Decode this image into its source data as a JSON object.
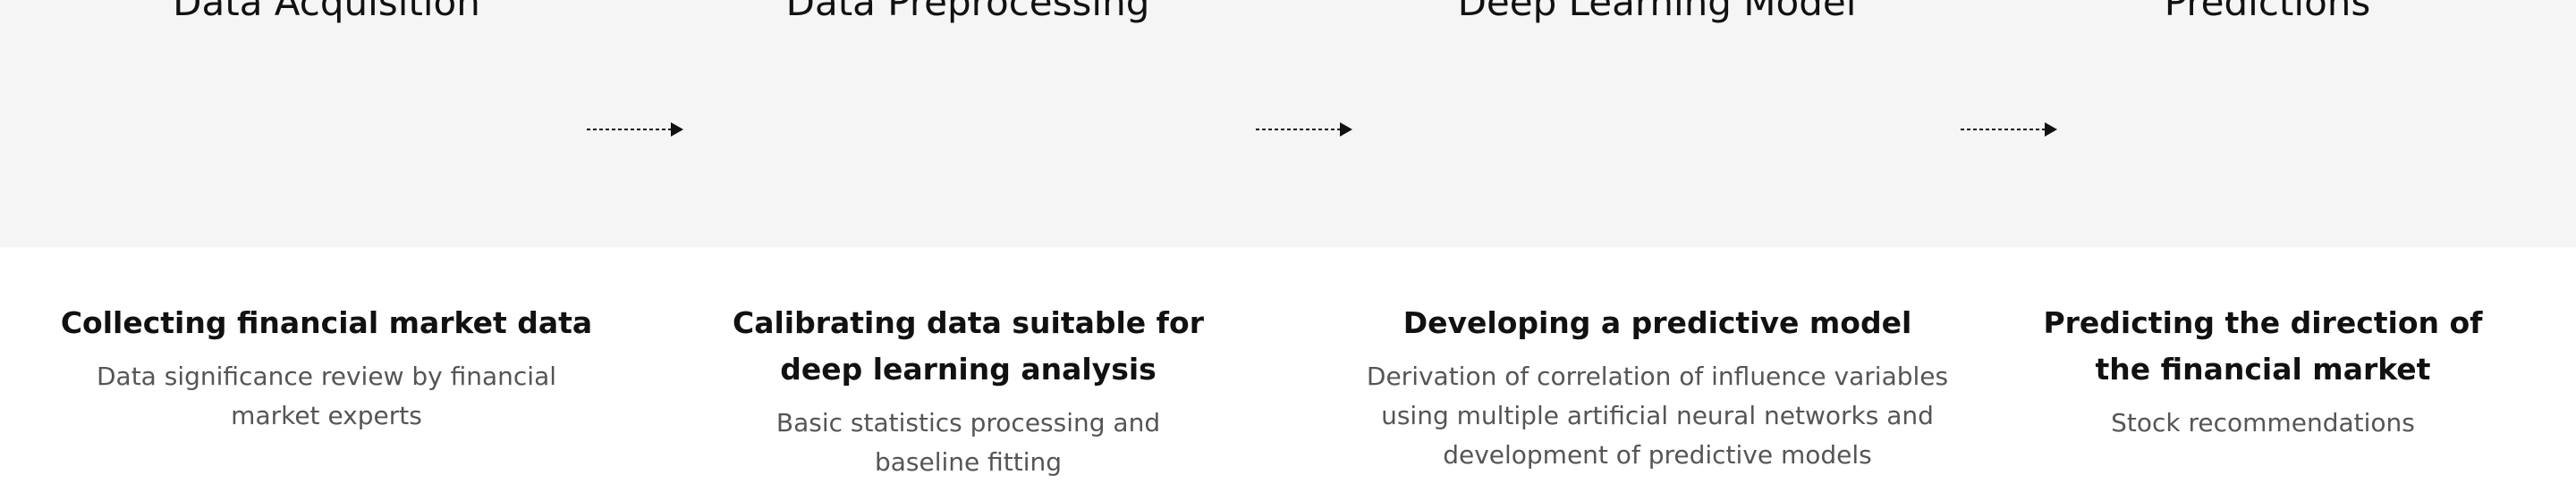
{
  "steps": [
    {
      "label": "Data Acquisition"
    },
    {
      "label": "Data Preprocessing"
    },
    {
      "label": "Deep Learning Model"
    },
    {
      "label": "Predictions"
    }
  ],
  "details": [
    {
      "heading_lines": [
        "Collecting financial market data"
      ],
      "text_lines": [
        "Data significance review by financial",
        "market experts"
      ]
    },
    {
      "heading_lines": [
        "Calibrating data suitable for",
        "deep learning analysis"
      ],
      "text_lines": [
        "Basic statistics processing and",
        "baseline fitting"
      ]
    },
    {
      "heading_lines": [
        "Developing a predictive model"
      ],
      "text_lines": [
        "Derivation of correlation of influence variables",
        "using multiple artificial neural networks and",
        "development of predictive models"
      ]
    },
    {
      "heading_lines": [
        "Predicting the direction of",
        "the financial market"
      ],
      "text_lines": [
        "Stock recommendations"
      ]
    }
  ],
  "colors": {
    "band": "#f4f5f4",
    "title": "#111111",
    "body": "#555555"
  }
}
